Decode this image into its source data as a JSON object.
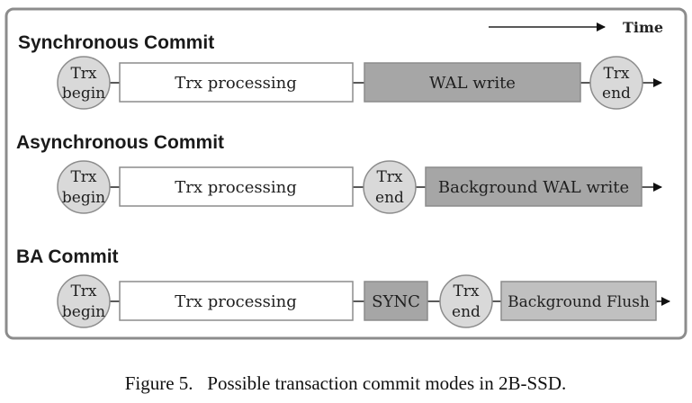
{
  "time_label": "Time",
  "rows": [
    {
      "title": "Synchronous Commit",
      "begin": [
        "Trx",
        "begin"
      ],
      "processing": "Trx processing",
      "write": "WAL write",
      "end": [
        "Trx",
        "end"
      ]
    },
    {
      "title": "Asynchronous Commit",
      "begin": [
        "Trx",
        "begin"
      ],
      "processing": "Trx processing",
      "end": [
        "Trx",
        "end"
      ],
      "background": "Background WAL write"
    },
    {
      "title": "BA Commit",
      "begin": [
        "Trx",
        "begin"
      ],
      "processing": "Trx processing",
      "sync": "SYNC",
      "end": [
        "Trx",
        "end"
      ],
      "background": "Background Flush"
    }
  ],
  "caption": "Figure 5.   Possible transaction commit modes in 2B-SSD.",
  "colors": {
    "dark_box": "#a6a6a6",
    "medium_box": "#a6a6a6",
    "light_box": "#c0c0c0",
    "circle": "#d9d9d9"
  }
}
